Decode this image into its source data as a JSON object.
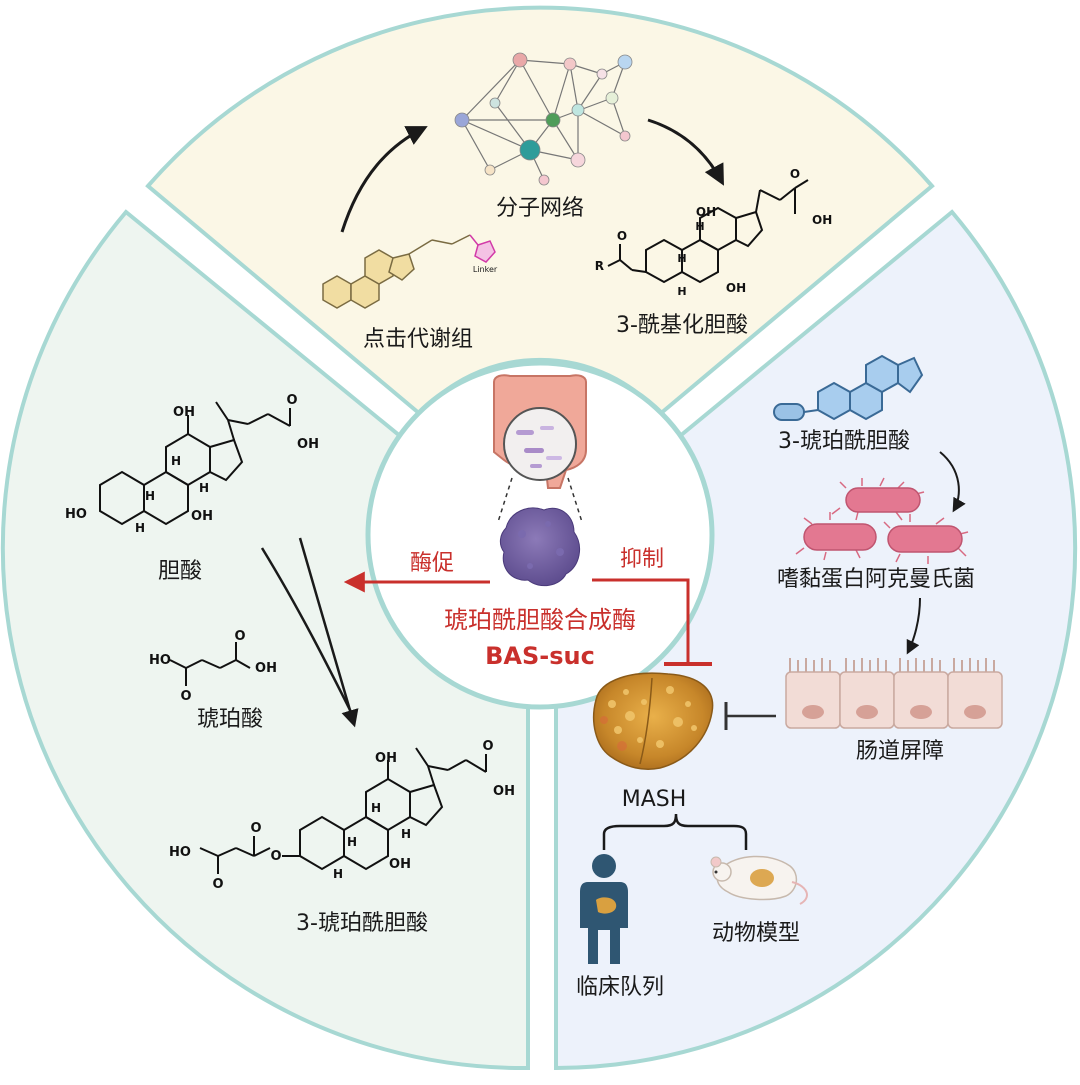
{
  "top": {
    "network_label": "分子网络",
    "click_metabolomics_label": "点击代谢组",
    "acyl_bile_acid_label": "3-酰基化胆酸",
    "linker_text": "Linker",
    "r_group": "R"
  },
  "left": {
    "cholic_acid_label": "胆酸",
    "succinic_acid_label": "琥珀酸",
    "product_label": "3-琥珀酰胆酸"
  },
  "right": {
    "product_label": "3-琥珀酰胆酸",
    "bacteria_label": "嗜黏蛋白阿克曼氏菌",
    "barrier_label": "肠道屏障",
    "disease_label": "MASH",
    "clinical_label": "临床队列",
    "animal_label": "动物模型"
  },
  "center": {
    "promote_label": "酶促",
    "inhibit_label": "抑制",
    "enzyme_label": "琥珀酰胆酸合成酶",
    "enzyme_code": "BAS-suc"
  },
  "chem_labels": {
    "oh": "OH",
    "ho": "HO",
    "h": "H",
    "o": "O"
  },
  "colors": {
    "top_sector": "#fbf7e6",
    "left_sector": "#eef5f0",
    "right_sector": "#edf2fb",
    "border": "#a7d8d3",
    "accent_red": "#c9302c"
  }
}
